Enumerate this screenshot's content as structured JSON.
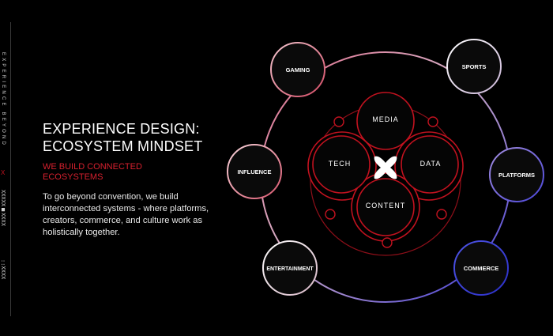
{
  "sidebar": {
    "vertical_label": "EXPERIENCE BEYOND",
    "mark": "X",
    "pattern_top": "XXXXX■XXXX",
    "pattern_bottom": "::XXXX"
  },
  "headline": {
    "line1": "EXPERIENCE DESIGN:",
    "line2": "ECOSYSTEM MINDSET"
  },
  "subhead": "WE BUILD CONNECTED ECOSYSTEMS",
  "body": "To go beyond convention, we build interconnected systems - where platforms, creators, commerce, and culture work as holistically together.",
  "diagram": {
    "outer_nodes": [
      "GAMING",
      "SPORTS",
      "INFLUENCE",
      "PLATFORMS",
      "ENTERTAINMENT",
      "COMMERCE"
    ],
    "inner_nodes": [
      "MEDIA",
      "TECH",
      "DATA",
      "CONTENT"
    ],
    "colors": {
      "accent_red": "#c1121f",
      "ring_pink": "#d98aa0",
      "ring_blue": "#3f3fd6",
      "ring_purple": "#7a5ad0",
      "node_fill": "#0a0a0a"
    }
  }
}
